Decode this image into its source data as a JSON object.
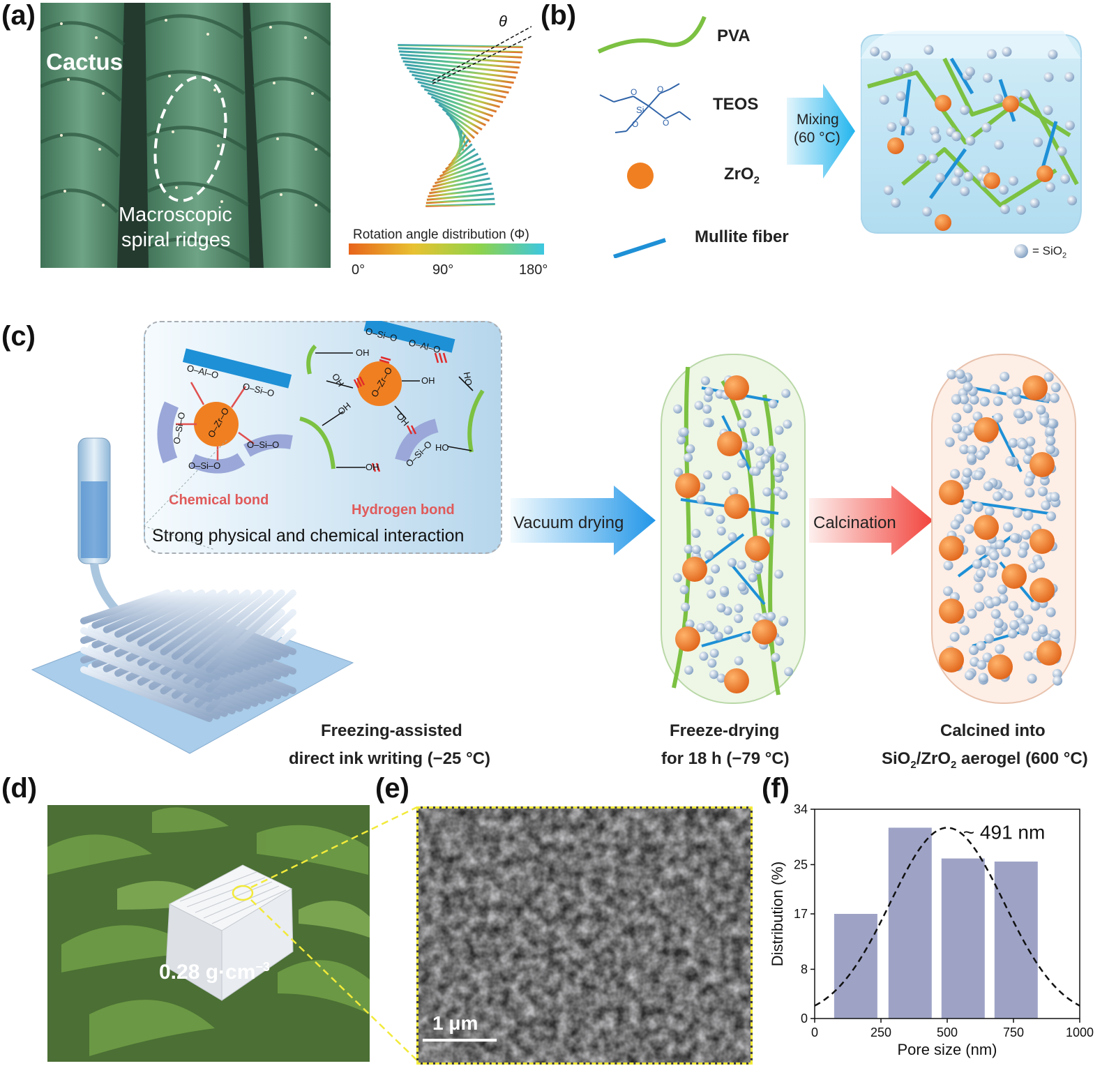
{
  "panels": {
    "a": "(a)",
    "b": "(b)",
    "c": "(c)",
    "d": "(d)",
    "e": "(e)",
    "f": "(f)"
  },
  "panel_a": {
    "cactus_label": "Cactus",
    "spiral_label_line1": "Macroscopic",
    "spiral_label_line2": "spiral ridges",
    "theta": "θ",
    "colorbar_title": "Rotation angle distribution (Φ)",
    "colorbar_ticks": [
      "0°",
      "90°",
      "180°"
    ],
    "colorbar_colors": [
      "#e8641b",
      "#e8c232",
      "#8fd34a",
      "#3cc7e0"
    ]
  },
  "panel_b": {
    "legend": [
      "PVA",
      "TEOS",
      "ZrO",
      "Mullite fiber"
    ],
    "zro2_sub": "2",
    "teos_atoms": {
      "si": "Si",
      "o": "O"
    },
    "mixing_line1": "Mixing",
    "mixing_line2": "(60 °C)",
    "sio2_eq": "=  SiO",
    "sio2_sub": "2",
    "colors": {
      "pva": "#7cc142",
      "fiber": "#1e90d6",
      "zro2": "#f07f21",
      "sio2": "#9db7d4"
    }
  },
  "panel_c": {
    "chem_bond": "Chemical  bond",
    "hydrogen_bond": "Hydrogen bond",
    "interaction": "Strong physical and chemical interaction",
    "chem_labels": {
      "oalo": "O–Al–O",
      "osio": "O–Si–O",
      "ozro": "O–Zr–O",
      "oh": "OH",
      "ho": "HO"
    },
    "arrow1": "Vacuum drying",
    "arrow2": "Calcination",
    "step1_line1": "Freezing-assisted",
    "step1_line2": "direct ink writing (−25 °C)",
    "step2_line1": "Freeze-drying",
    "step2_line2": "for 18 h (−79 °C)",
    "step3_line1": "Calcined into",
    "step3_line2a": "SiO",
    "step3_sub1": "2",
    "step3_line2b": "/ZrO",
    "step3_sub2": "2",
    "step3_line2c": " aerogel (600 °C)"
  },
  "panel_d": {
    "density": "0.28 g·cm",
    "density_sup": "−3"
  },
  "panel_e": {
    "scale": "1 μm"
  },
  "chart_data": {
    "type": "bar",
    "x": [
      155,
      360,
      560,
      760
    ],
    "values": [
      17,
      31,
      26,
      25.5
    ],
    "xlim": [
      0,
      1000
    ],
    "ylim": [
      0,
      34
    ],
    "xticks": [
      0,
      250,
      500,
      750,
      1000
    ],
    "yticks": [
      0,
      8,
      17,
      25,
      34
    ],
    "xlabel": "Pore size (nm)",
    "ylabel": "Distribution (%)",
    "annotation": "~ 491 nm",
    "fit": {
      "type": "gaussian",
      "mean": 500,
      "sigma": 215,
      "peak": 31
    },
    "bar_color": "#9ea3c6"
  }
}
